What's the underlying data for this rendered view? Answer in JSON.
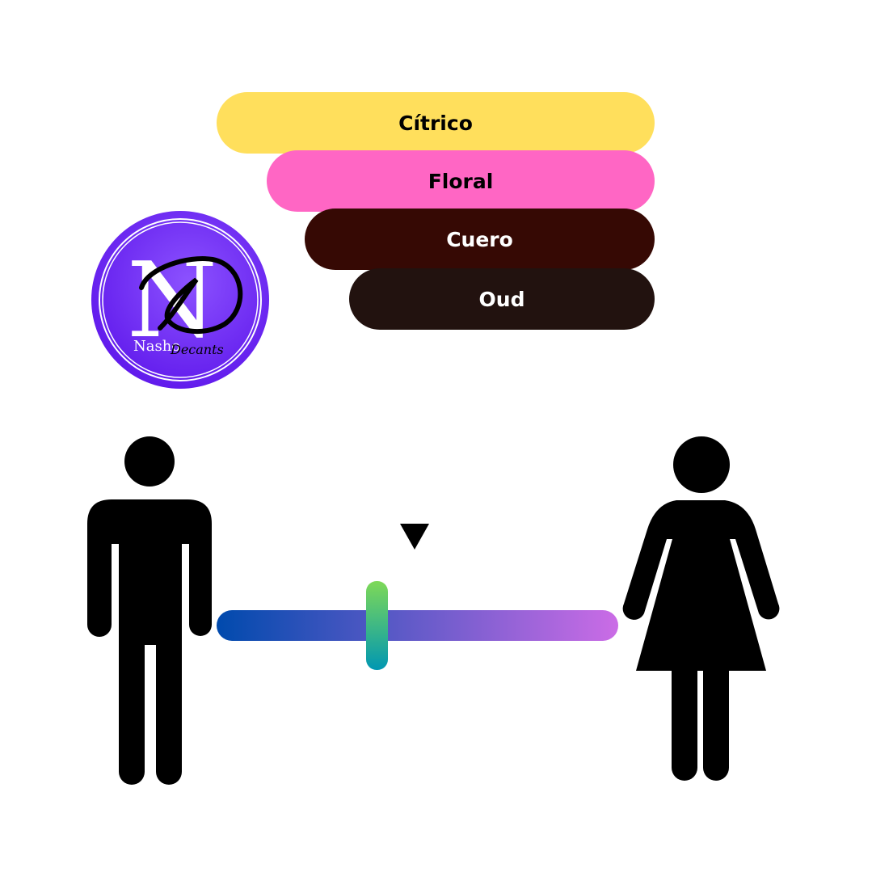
{
  "accords": [
    {
      "label": "Cítrico",
      "color": "#FFDF5C",
      "text_color": "#000000"
    },
    {
      "label": "Floral",
      "color": "#FF66C4",
      "text_color": "#000000"
    },
    {
      "label": "Cuero",
      "color": "#360904",
      "text_color": "#FFFFFF"
    },
    {
      "label": "Oud",
      "color": "#22120F",
      "text_color": "#FFFFFF"
    }
  ],
  "logo": {
    "letters": "N",
    "script_letters": "D",
    "brand_left": "Nasho",
    "brand_right": "Decants",
    "colors": [
      "#5E17EB",
      "#8C52FF"
    ]
  },
  "gender_scale": {
    "left_icon": "male-icon",
    "right_icon": "female-icon",
    "value": 0.4,
    "marker_icon": "triangle-down-icon",
    "track_colors": [
      "#004AAD",
      "#CB6CE6"
    ],
    "thumb_colors": [
      "#7ED957",
      "#0097B2"
    ]
  }
}
